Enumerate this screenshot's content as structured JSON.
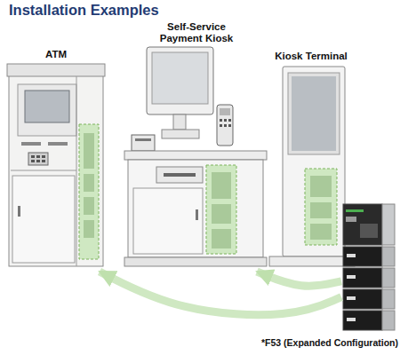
{
  "diagram": {
    "title": "Installation Examples",
    "nodes": [
      {
        "text": [
          "ATM"
        ]
      },
      {
        "text": [
          "Self-Service Payment Kiosk"
        ]
      },
      {
        "text": [
          "Kiosk Terminal"
        ]
      },
      {
        "text": [
          "*F53 (Expanded Configuration)"
        ]
      }
    ],
    "edges": [
      {
        "from": 3,
        "to": 0,
        "arrow": "to"
      },
      {
        "from": 3,
        "to": 1,
        "arrow": "to"
      }
    ]
  }
}
